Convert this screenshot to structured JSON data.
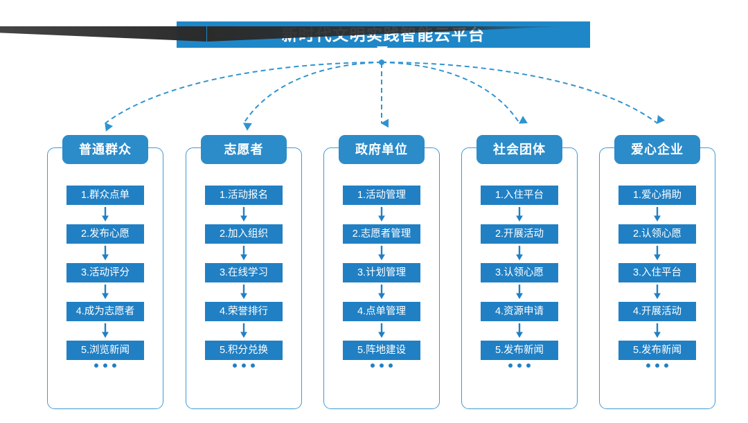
{
  "diagram": {
    "title": "新时代文明实践智能云平台",
    "ellipsis_label": "...",
    "colors": {
      "title_bar": "#1e87c8",
      "header_chip": "#2c8cc9",
      "item_chip": "#2180c4",
      "frame_border": "#3d9ad4",
      "connector": "#2f93d0",
      "shadow": "#2b2b2b",
      "background": "#ffffff"
    },
    "columns": [
      {
        "header": "普通群众",
        "items": [
          "1.群众点单",
          "2.发布心愿",
          "3.活动评分",
          "4.成为志愿者",
          "5.浏览新闻"
        ]
      },
      {
        "header": "志愿者",
        "items": [
          "1.活动报名",
          "2.加入组织",
          "3.在线学习",
          "4.荣誉排行",
          "5.积分兑换"
        ]
      },
      {
        "header": "政府单位",
        "items": [
          "1.活动管理",
          "2.志愿者管理",
          "3.计划管理",
          "4.点单管理",
          "5.阵地建设"
        ]
      },
      {
        "header": "社会团体",
        "items": [
          "1.入住平台",
          "2.开展活动",
          "3.认领心愿",
          "4.资源申请",
          "5.发布新闻"
        ]
      },
      {
        "header": "爱心企业",
        "items": [
          "1.爱心捐助",
          "2.认领心愿",
          "3.入住平台",
          "4.开展活动",
          "5.发布新闻"
        ]
      }
    ]
  }
}
